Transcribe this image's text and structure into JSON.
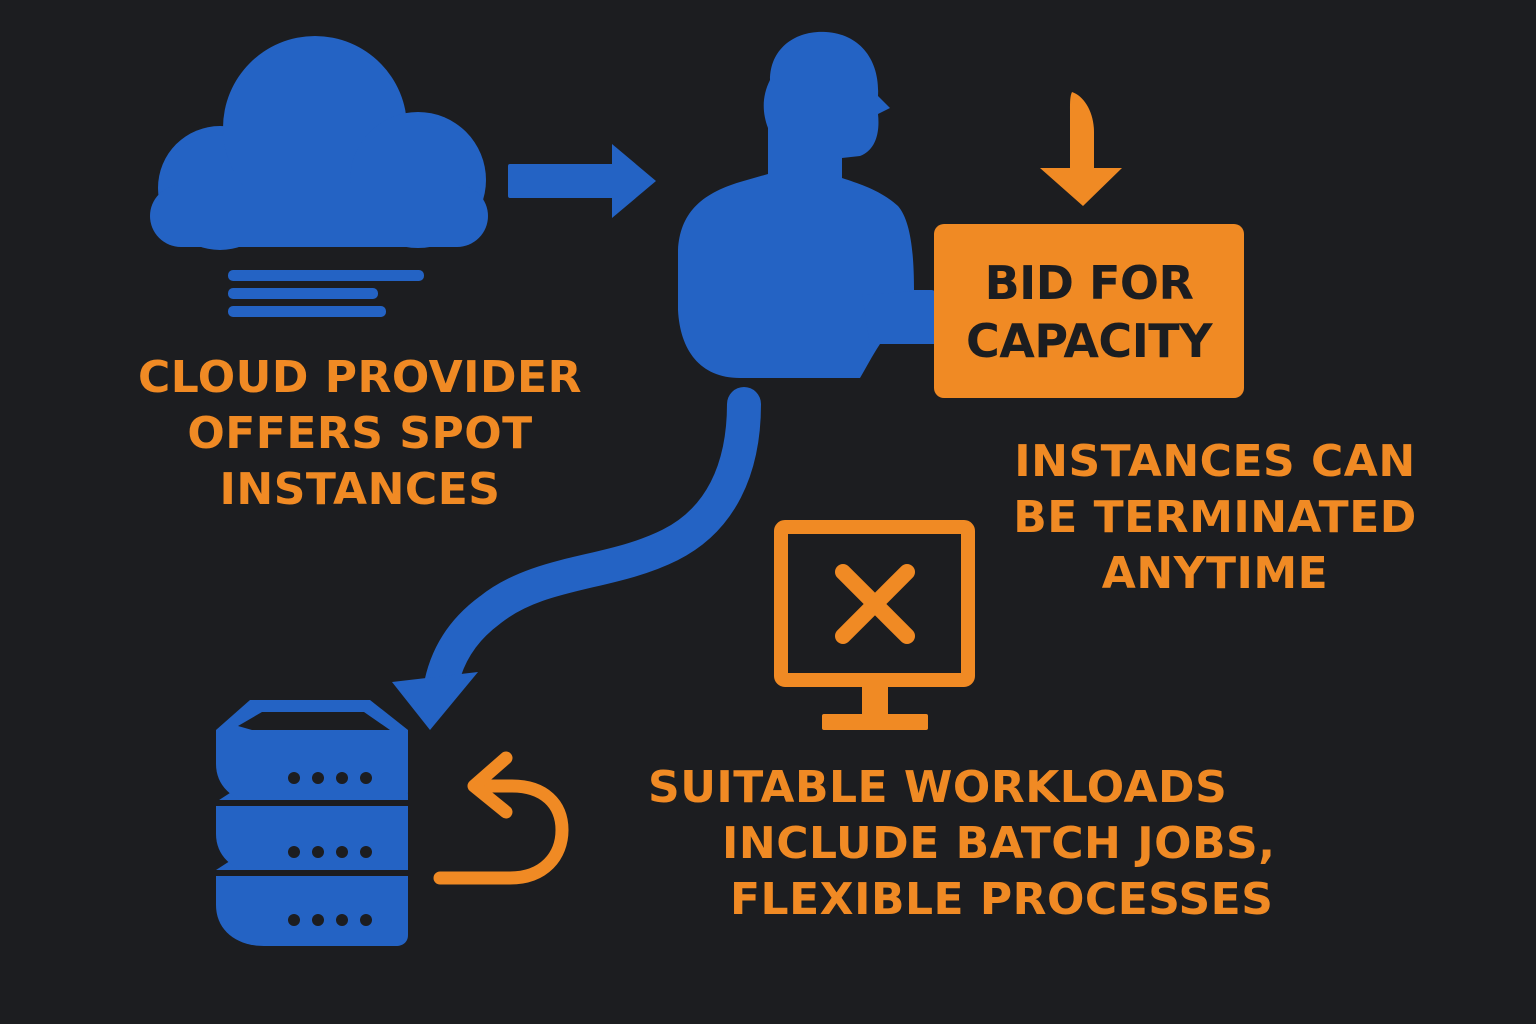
{
  "colors": {
    "background": "#1c1d20",
    "blue": "#2463c4",
    "orange": "#f08a24",
    "dark_text": "#1c1d20"
  },
  "icons": {
    "cloud": "cloud-icon",
    "flow_arrow": "right-arrow-icon",
    "user": "person-icon",
    "down_arrow": "down-arrow-icon",
    "curved_arrow": "curved-arrow-icon",
    "server": "server-stack-icon",
    "refresh": "return-arrow-icon",
    "terminated": "monitor-x-icon"
  },
  "labels": {
    "cloud_provider": [
      "CLOUD PROVIDER",
      "OFFERS SPOT",
      "INSTANCES"
    ],
    "bid": [
      "BID FOR",
      "CAPACITY"
    ],
    "terminated": [
      "INSTANCES CAN",
      "BE TERMINATED",
      "ANYTIME"
    ],
    "workloads": [
      "SUITABLE WORKLOADS",
      "INCLUDE BATCH JOBS,",
      "FLEXIBLE PROCESSES"
    ]
  }
}
